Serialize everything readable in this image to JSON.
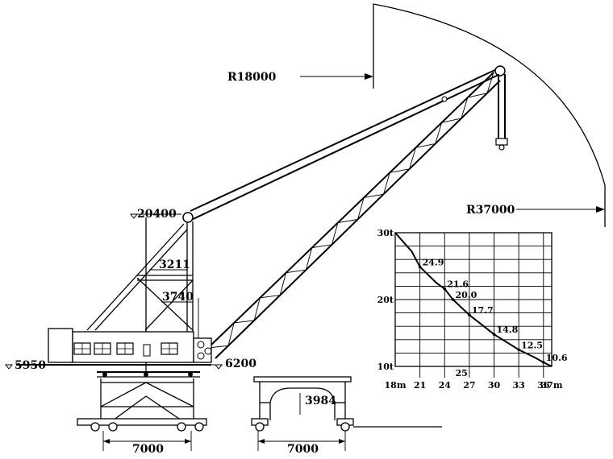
{
  "radius_labels": {
    "inner": "R18000",
    "outer": "R37000"
  },
  "elevations": {
    "top": "20400",
    "left": "5950",
    "right": "6200"
  },
  "dimensions": {
    "d1": "3211",
    "d2": "3740",
    "gauge_left": "7000",
    "gauge_right": "7000",
    "portal_height": "3984"
  },
  "chart_data": {
    "type": "line",
    "x_tick_labels": [
      "18m",
      "21",
      "24",
      "27",
      "30",
      "33",
      "36",
      "37m"
    ],
    "y_tick_labels": [
      "30t",
      "20t",
      "10t"
    ],
    "x_ticks": [
      18,
      21,
      24,
      27,
      30,
      33,
      36,
      37
    ],
    "y_ticks": [
      30,
      20,
      10
    ],
    "xlim": [
      18,
      37
    ],
    "ylim": [
      10,
      30
    ],
    "x": [
      18,
      20,
      21,
      23,
      24,
      25,
      27,
      30,
      33,
      35,
      36,
      37
    ],
    "values": [
      30,
      27.2,
      24.9,
      22.5,
      21.6,
      20.0,
      17.7,
      14.8,
      12.5,
      11.3,
      10.6,
      10.0
    ],
    "point_labels": [
      {
        "x": 21,
        "y": 24.9,
        "label": "24.9"
      },
      {
        "x": 24,
        "y": 21.6,
        "label": "21.6"
      },
      {
        "x": 25,
        "y": 20.0,
        "label": "20.0"
      },
      {
        "x": 27,
        "y": 17.7,
        "label": "17.7"
      },
      {
        "x": 30,
        "y": 14.8,
        "label": "14.8"
      },
      {
        "x": 33,
        "y": 12.5,
        "label": "12.5"
      },
      {
        "x": 36,
        "y": 10.6,
        "label": "10.6"
      }
    ],
    "bottom_marker": {
      "x": 25,
      "label": "25"
    }
  }
}
